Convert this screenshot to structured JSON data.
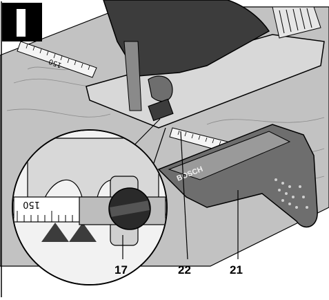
{
  "figure": {
    "step_label": "I",
    "scale_label_top": "150",
    "scale_label_zoom": "150",
    "brand_text": "BOSCH",
    "callouts": [
      "17",
      "22",
      "21"
    ]
  },
  "colors": {
    "line": "#000000",
    "body_dark": "#3c3c3c",
    "body_mid": "#6e6e6e",
    "plate_light": "#d8d8d8",
    "wood": "#c2c2c2",
    "background": "#ffffff"
  }
}
